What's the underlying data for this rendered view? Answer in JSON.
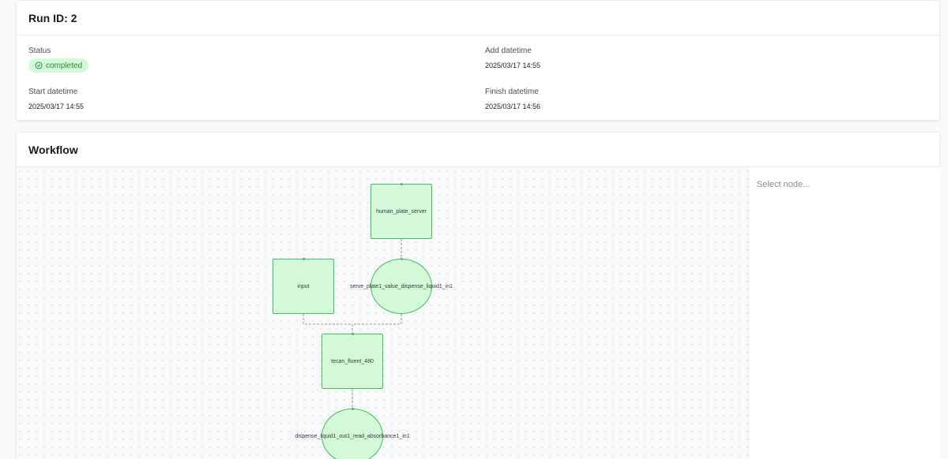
{
  "run": {
    "title": "Run ID: 2",
    "status_label": "Status",
    "status_value": "completed",
    "add_datetime_label": "Add datetime",
    "add_datetime_value": "2025/03/17 14:55",
    "start_datetime_label": "Start datetime",
    "start_datetime_value": "2025/03/17 14:55",
    "finish_datetime_label": "Finish datetime",
    "finish_datetime_value": "2025/03/17 14:56"
  },
  "workflow": {
    "title": "Workflow",
    "side_panel_placeholder": "Select node...",
    "nodes": [
      {
        "label": "human_plate_server",
        "shape": "rect"
      },
      {
        "label": "input",
        "shape": "rect"
      },
      {
        "label": "serve_plate1_value_dispense_liquid1_in1",
        "shape": "circle"
      },
      {
        "label": "tecan_fluent_480",
        "shape": "rect"
      },
      {
        "label": "dispense_liquid1_out1_read_absorbance1_in1",
        "shape": "circle"
      }
    ]
  },
  "colors": {
    "node_fill": "#d3f9d8",
    "node_border": "#40c057",
    "status_badge_bg": "#d3f9d8",
    "status_badge_text": "#2b8a3e"
  },
  "icons": {
    "status": "circle-check-icon"
  }
}
